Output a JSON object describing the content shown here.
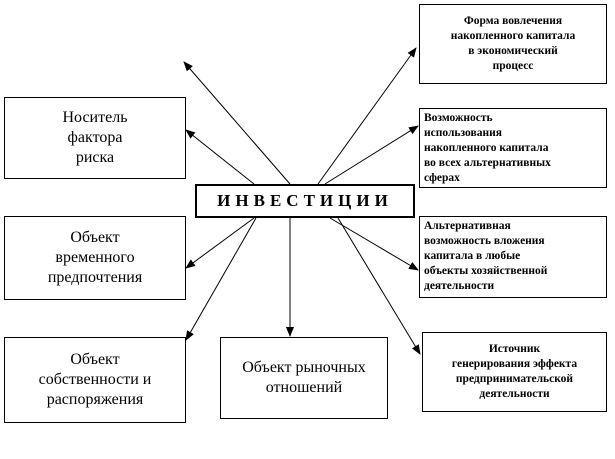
{
  "diagram": {
    "center": "ИНВЕСТИЦИИ",
    "left_boxes": [
      "Носитель\nфактора\nриска",
      "Объект\nвременного\nпредпочтения",
      "Объект\nсобственности и\nраспоряжения"
    ],
    "bottom_box": "Объект рыночных\nотношений",
    "right_boxes": [
      "Форма вовлечения\nнакопленного капитала\nв экономический\nпроцесс",
      "Возможность\nиспользования\nнакопленного капитала\nво всех альтернативных\nсферах",
      "Альтернативная\nвозможность вложения\nкапитала в любые\nобъекты хозяйственной\nдеятельности",
      "Источник\nгенерирования эффекта\nпредпринимательской\nдеятельности"
    ]
  }
}
